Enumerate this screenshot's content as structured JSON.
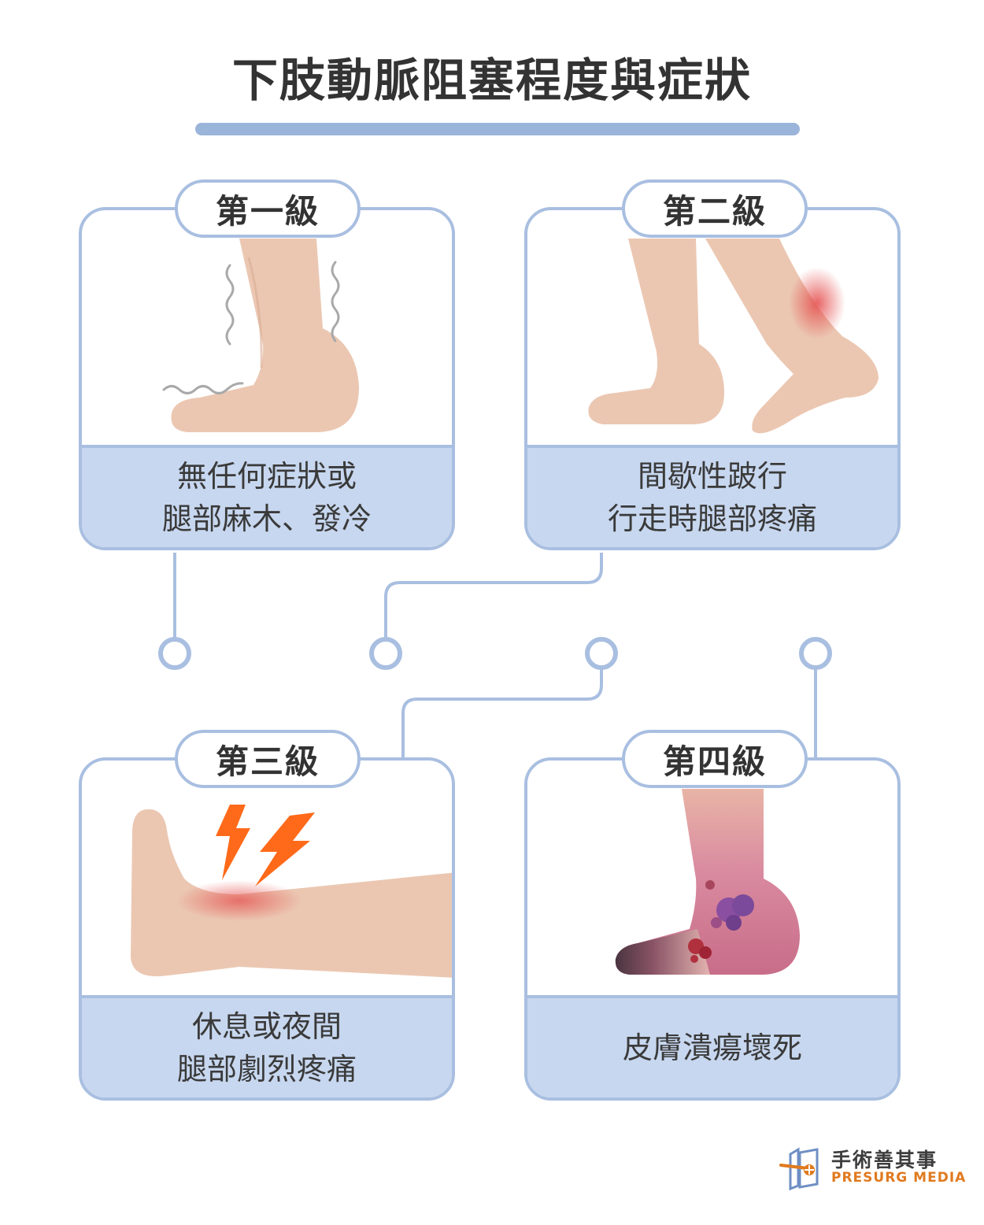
{
  "title": "下肢動脈阻塞程度與症狀",
  "colors": {
    "accent_blue": "#9bb4d9",
    "card_border": "#a9bfe1",
    "desc_bg": "#c7d7ef",
    "skin": "#ebc7b2",
    "pain_red": "#e44a4a",
    "lightning_orange": "#ff6a1a",
    "logo_orange": "#e07a1f"
  },
  "stages": [
    {
      "label": "第一級",
      "lines": [
        "無任何症狀或",
        "腿部麻木、發冷"
      ],
      "illustration": "foot-numb-icon"
    },
    {
      "label": "第二級",
      "lines": [
        "間歇性跛行",
        "行走時腿部疼痛"
      ],
      "illustration": "walking-legs-icon"
    },
    {
      "label": "第三級",
      "lines": [
        "休息或夜間",
        "腿部劇烈疼痛"
      ],
      "illustration": "leg-lightning-pain-icon"
    },
    {
      "label": "第四級",
      "lines": [
        "皮膚潰瘍壞死"
      ],
      "illustration": "foot-ulcer-icon"
    }
  ],
  "logo": {
    "name": "手術善其事",
    "subtitle": "PRESURG MEDIA"
  }
}
